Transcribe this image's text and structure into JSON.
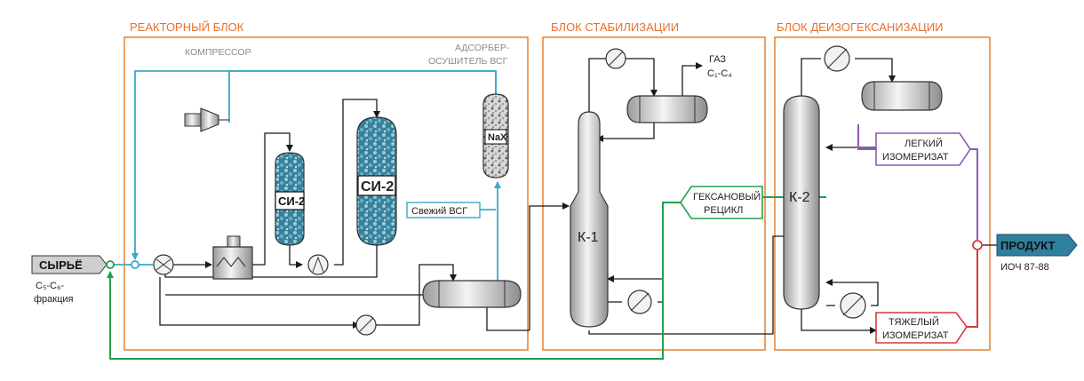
{
  "blocks": {
    "reactor": "РЕАКТОРНЫЙ БЛОК",
    "stabilization": "БЛОК СТАБИЛИЗАЦИИ",
    "deisohexanization": "БЛОК ДЕИЗОГЕКСАНИЗАЦИИ"
  },
  "equipment": {
    "compressor": "КОМПРЕССОР",
    "adsorber_line1": "АДСОРБЕР-",
    "adsorber_line2": "ОСУШИТЕЛЬ ВСГ",
    "nax": "NaX",
    "si2_small": "СИ-2",
    "si2_large": "СИ-2",
    "k1": "К-1",
    "k2": "К-2"
  },
  "streams": {
    "feed": "СЫРЬЁ",
    "feed_sub1": "C₅-C₆-",
    "feed_sub2": "фракция",
    "fresh_gas": "Свежий ВСГ",
    "gas": "ГАЗ",
    "gas_sub": "C₁-C₄",
    "hexane_recycle_line1": "ГЕКСАНОВЫЙ",
    "hexane_recycle_line2": "РЕЦИКЛ",
    "light_line1": "ЛЕГКИЙ",
    "light_line2": "ИЗОМЕРИЗАТ",
    "heavy_line1": "ТЯЖЕЛЫЙ",
    "heavy_line2": "ИЗОМЕРИЗАТ",
    "product": "ПРОДУКТ",
    "product_sub": "ИОЧ 87-88"
  },
  "colors": {
    "block_border": "#e8893c",
    "hydrogen_line": "#3aa9c9",
    "recycle_line": "#1ea14a",
    "light_line": "#8e5bb5",
    "heavy_line": "#d43a3a",
    "product_fill": "#2f7f9e"
  }
}
